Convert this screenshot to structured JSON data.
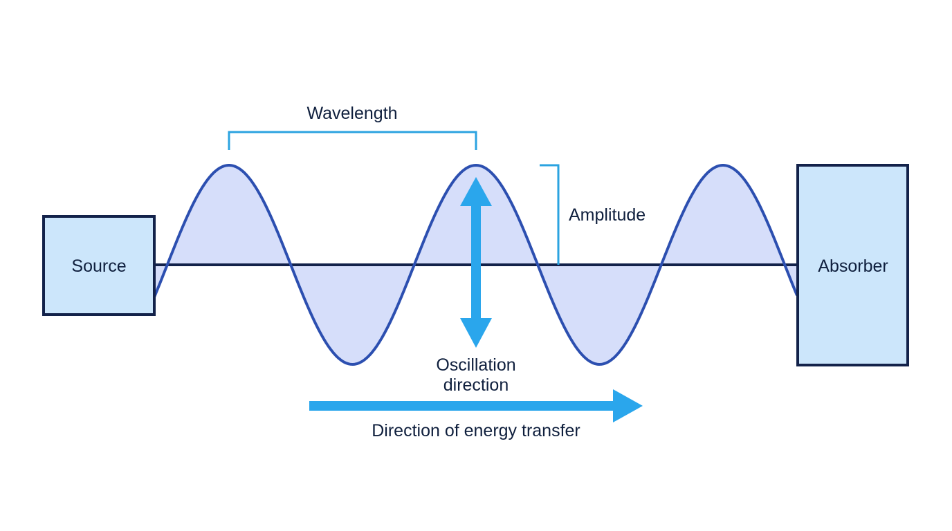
{
  "labels": {
    "source": "Source",
    "absorber": "Absorber",
    "wavelength": "Wavelength",
    "amplitude": "Amplitude",
    "oscillation_line1": "Oscillation",
    "oscillation_line2": "direction",
    "energy_transfer": "Direction of energy transfer"
  },
  "colors": {
    "outline": "#13224a",
    "wave": "#2c4fb0",
    "wave_fill": "#d6defa",
    "box_fill": "#cce6fb",
    "accent": "#2aa6ec",
    "bracket": "#2ba3e0",
    "text": "#0f1f3d"
  }
}
